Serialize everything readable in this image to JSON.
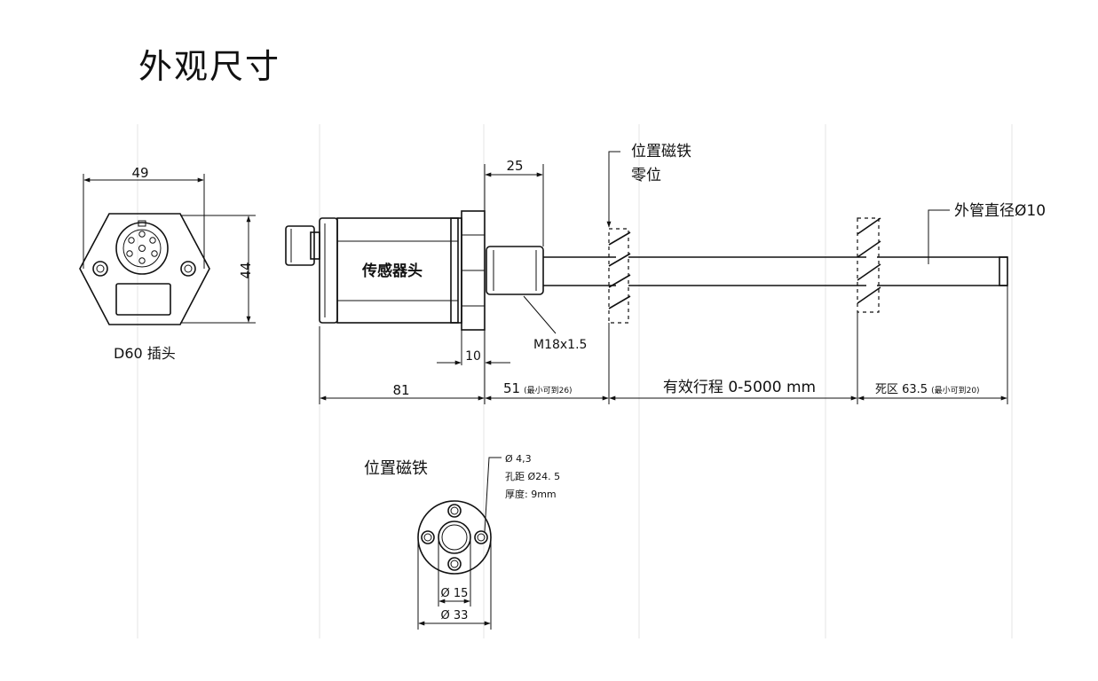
{
  "title": "外观尺寸",
  "plug": {
    "label": "D60 插头",
    "width_label": "49",
    "height_label": "44"
  },
  "sensor": {
    "head_label": "传感器头",
    "dim_top": "25",
    "thread": "M18x1.5",
    "dim_small": "10",
    "dim_head": "81",
    "dim_null_value": "51",
    "dim_null_note": "(最小可到26)",
    "stroke_label": "有效行程  0-5000 mm",
    "dead_zone_value": "死区 63.5",
    "dead_zone_note": "(最小可到20)",
    "magnet_zero_line1": "位置磁铁",
    "magnet_zero_line2": "零位",
    "tube_label": "外管直径Ø10"
  },
  "magnet": {
    "label": "位置磁铁",
    "spec_hole": "Ø 4,3",
    "spec_pitch": "孔距 Ø24. 5",
    "spec_thickness": "厚度: 9mm",
    "inner_dia": "Ø 15",
    "outer_dia": "Ø 33"
  }
}
